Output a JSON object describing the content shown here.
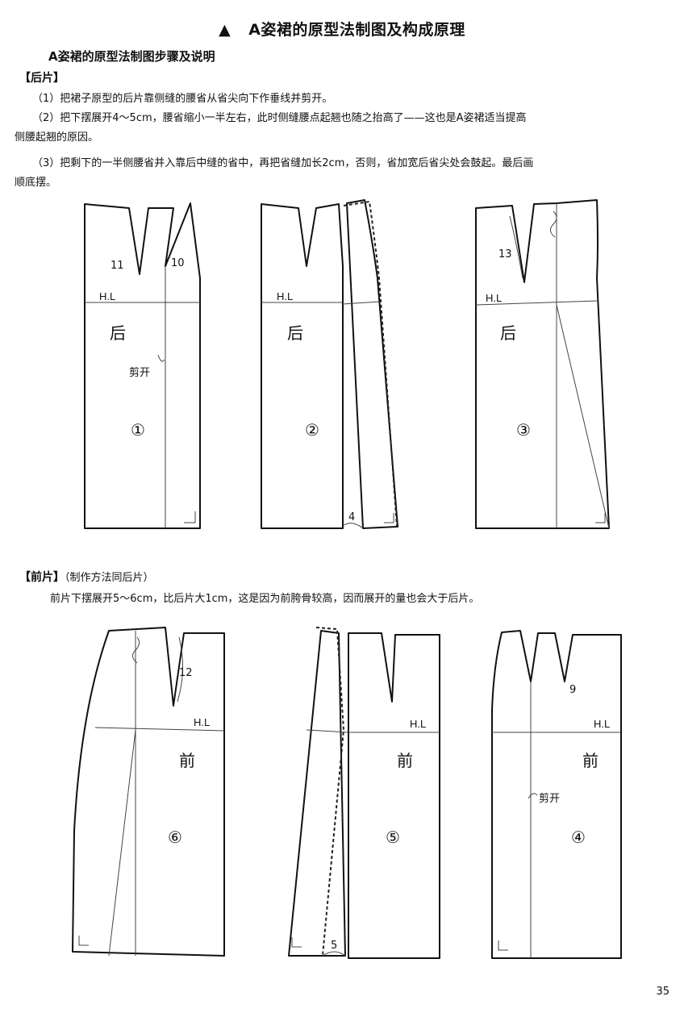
{
  "page": {
    "title_marker": "▲",
    "title": "A姿裙的原型法制图及构成原理",
    "subtitle": "A姿裙的原型法制图步骤及说明",
    "back_section": "【后片】",
    "back_steps": [
      "（1）把裙子原型的后片靠侧缝的腰省从省尖向下作垂线并剪开。",
      "（2）把下摆展开4～5cm，腰省缩小一半左右，此时侧缝腰点起翘也随之抬高了——这也是A姿裙适当提高",
      "侧腰起翘的原因。",
      "（3）把剩下的一半侧腰省并入靠后中缝的省中，再把省缝加长2cm，否则，省加宽后省尖处会鼓起。最后画",
      "顺底摆。"
    ],
    "front_section": "【前片】",
    "front_note": "（制作方法同后片）",
    "front_text": "前片下摆展开5～6cm，比后片大1cm，这是因为前胯骨较高，因而展开的量也会大于后片。",
    "page_number": "35"
  },
  "diagrams": {
    "hip_line": "H.L",
    "back_char": "后",
    "front_char": "前",
    "cut_label": "剪开",
    "d1": {
      "num": "①",
      "dart_a": "11",
      "dart_b": "10"
    },
    "d2": {
      "num": "②",
      "hem_spread": "4"
    },
    "d3": {
      "num": "③",
      "dart": "13"
    },
    "d4": {
      "num": "④",
      "dart": "9"
    },
    "d5": {
      "num": "⑤",
      "hem_spread": "5"
    },
    "d6": {
      "num": "⑥",
      "dart": "12"
    }
  }
}
